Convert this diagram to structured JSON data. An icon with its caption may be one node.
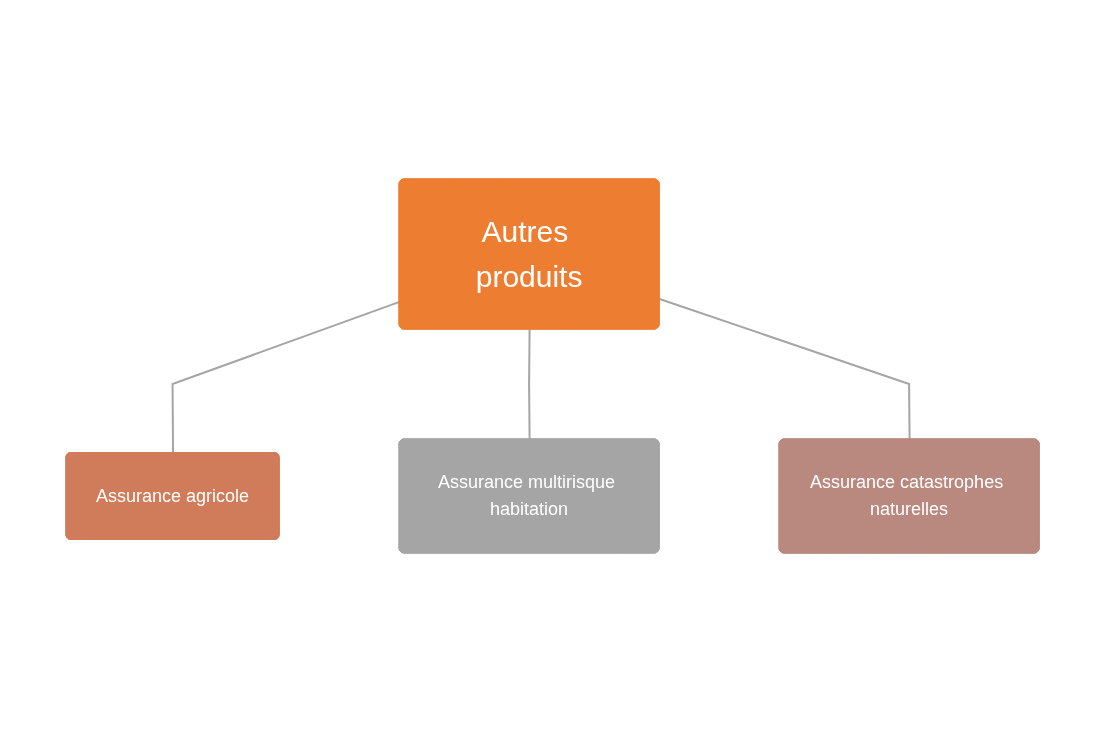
{
  "diagram": {
    "nodes": [
      {
        "text": [
          "Assurance agricole"
        ]
      },
      {
        "text": [
          "Autres produits"
        ]
      },
      {
        "text": [
          "Assurance multirisque habitation"
        ]
      },
      {
        "text": [
          "Assurance catastrophes naturelles"
        ]
      }
    ],
    "edges": [
      {
        "from": 1,
        "to": 0,
        "arrow": "none"
      },
      {
        "from": 1,
        "to": 2,
        "arrow": "none"
      },
      {
        "from": 1,
        "to": 3,
        "arrow": "none"
      }
    ]
  }
}
